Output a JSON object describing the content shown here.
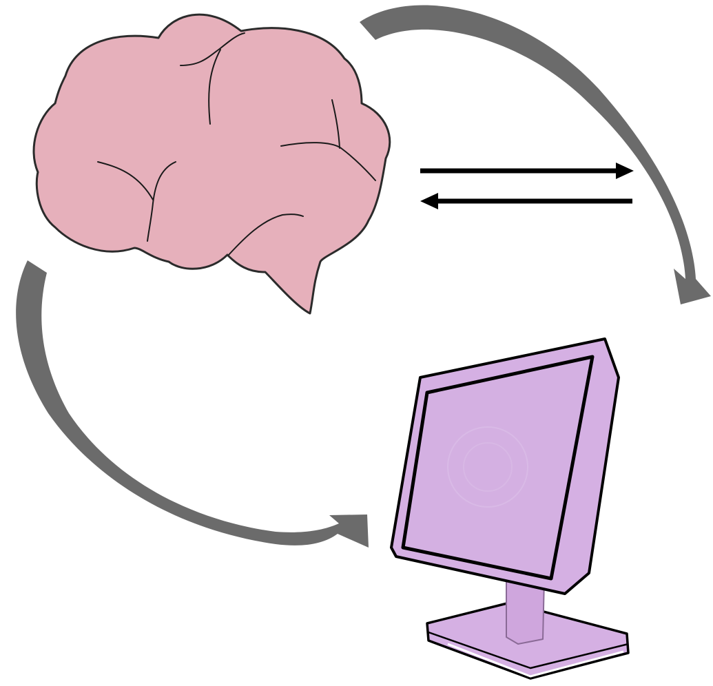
{
  "diagram": {
    "nodes": [
      {
        "id": "brain",
        "icon": "brain-icon",
        "fill": "#e6b0bb",
        "stroke": "#2b2b2b"
      },
      {
        "id": "computer",
        "icon": "computer-monitor-icon",
        "fill": "#d5b0e3",
        "stroke": "#000000"
      }
    ],
    "connectors": [
      {
        "id": "arrow-brain-to-computer-right",
        "from": "brain",
        "to": "computer",
        "style": "curved",
        "color": "#6b6b6b"
      },
      {
        "id": "arrow-brain-to-computer-left",
        "from": "brain",
        "to": "computer",
        "style": "curved",
        "color": "#6b6b6b"
      },
      {
        "id": "arrow-forward",
        "direction": "right",
        "style": "straight",
        "color": "#000000"
      },
      {
        "id": "arrow-backward",
        "direction": "left",
        "style": "straight",
        "color": "#000000"
      }
    ]
  }
}
